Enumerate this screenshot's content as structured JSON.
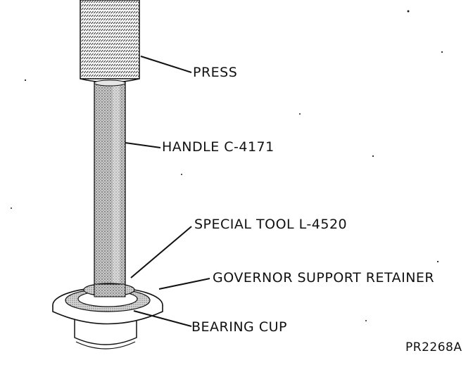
{
  "labels": {
    "press": "PRESS",
    "handle": "HANDLE C-4171",
    "special_tool": "SPECIAL TOOL L-4520",
    "governor_support_retainer": "GOVERNOR SUPPORT RETAINER",
    "bearing_cup": "BEARING CUP"
  },
  "figure_id": "PR2268A",
  "colors": {
    "ink": "#111111",
    "paper": "#ffffff"
  }
}
